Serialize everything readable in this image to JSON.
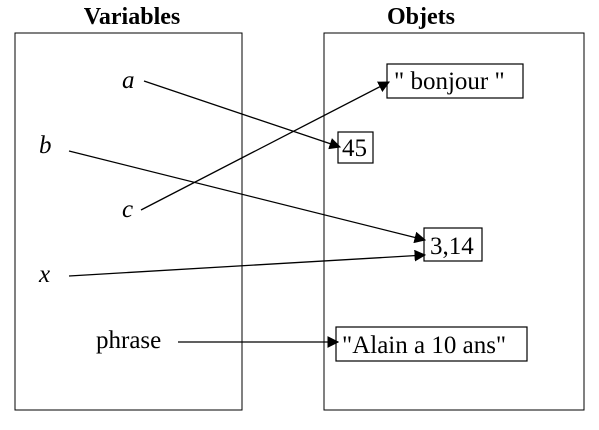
{
  "headers": {
    "variables": "Variables",
    "objects": "Objets"
  },
  "variables": {
    "a": "a",
    "b": "b",
    "c": "c",
    "x": "x",
    "phrase": "phrase"
  },
  "objects": {
    "bonjour": "\" bonjour \"",
    "n45": "45",
    "pi": "3,14",
    "alain": "\"Alain a 10 ans\""
  }
}
